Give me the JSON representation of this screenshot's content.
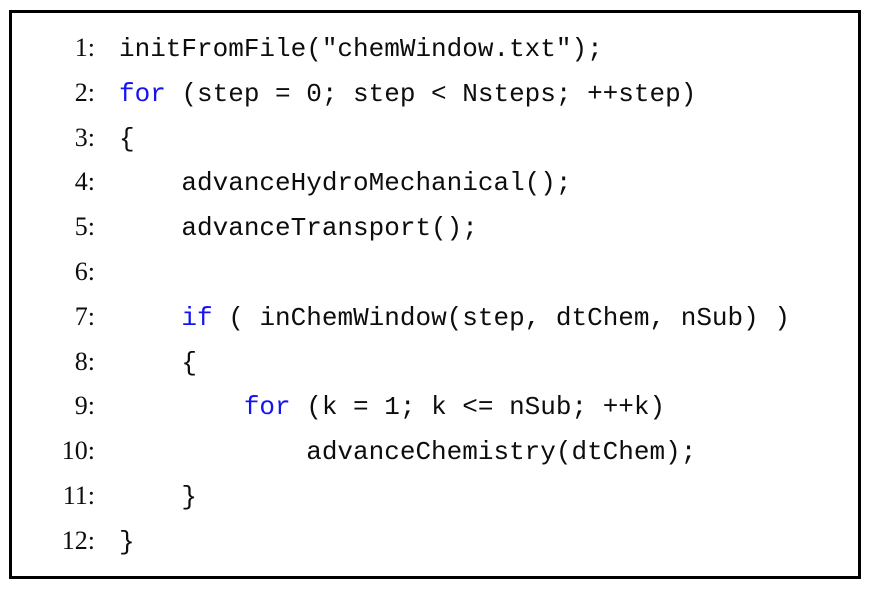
{
  "page": {
    "background": "#ffffff",
    "frame_border_color": "#000000"
  },
  "colors": {
    "code": "#0d0d0d",
    "keyword": "#1414f0",
    "line_number": "#0d0d0d"
  },
  "code_listing": {
    "language_hint": "pseudocode",
    "lines": [
      {
        "number": "1:",
        "segments": [
          {
            "text": "initFromFile(\"chemWindow.txt\");",
            "kind": "code"
          }
        ]
      },
      {
        "number": "2:",
        "segments": [
          {
            "text": "for",
            "kind": "keyword"
          },
          {
            "text": " (step = 0; step < Nsteps; ++step)",
            "kind": "code"
          }
        ]
      },
      {
        "number": "3:",
        "segments": [
          {
            "text": "{",
            "kind": "code"
          }
        ]
      },
      {
        "number": "4:",
        "segments": [
          {
            "text": "    advanceHydroMechanical();",
            "kind": "code"
          }
        ]
      },
      {
        "number": "5:",
        "segments": [
          {
            "text": "    advanceTransport();",
            "kind": "code"
          }
        ]
      },
      {
        "number": "6:",
        "segments": []
      },
      {
        "number": "7:",
        "segments": [
          {
            "text": "    ",
            "kind": "code"
          },
          {
            "text": "if",
            "kind": "keyword"
          },
          {
            "text": " ( inChemWindow(step, dtChem, nSub) )",
            "kind": "code"
          }
        ]
      },
      {
        "number": "8:",
        "segments": [
          {
            "text": "    {",
            "kind": "code"
          }
        ]
      },
      {
        "number": "9:",
        "segments": [
          {
            "text": "        ",
            "kind": "code"
          },
          {
            "text": "for",
            "kind": "keyword"
          },
          {
            "text": " (k = 1; k <= nSub; ++k)",
            "kind": "code"
          }
        ]
      },
      {
        "number": "10:",
        "segments": [
          {
            "text": "            advanceChemistry(dtChem);",
            "kind": "code"
          }
        ]
      },
      {
        "number": "11:",
        "segments": [
          {
            "text": "    }",
            "kind": "code"
          }
        ]
      },
      {
        "number": "12:",
        "segments": [
          {
            "text": "}",
            "kind": "code"
          }
        ]
      }
    ]
  }
}
